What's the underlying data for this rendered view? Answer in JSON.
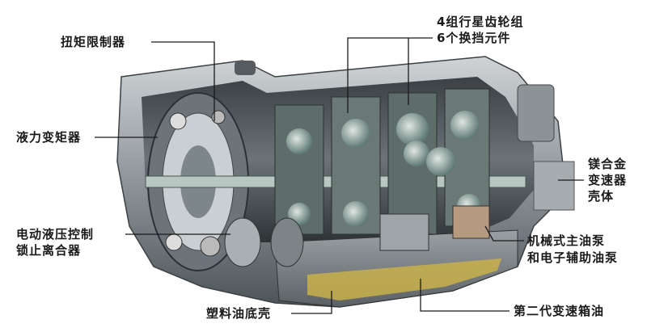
{
  "labels": {
    "torque_limiter": "扭矩限制器",
    "torque_converter": "液力变矩器",
    "lockup_clutch_line1": "电动液压控制",
    "lockup_clutch_line2": "锁止离合器",
    "oil_pan": "塑料油底壳",
    "planetary_line1": "4组行星齿轮组",
    "planetary_line2": "6个换挡元件",
    "housing_line1": "镁合金",
    "housing_line2": "变速器",
    "housing_line3": "壳体",
    "pumps_line1": "机械式主油泵",
    "pumps_line2": "和电子辅助油泵",
    "fluid": "第二代变速箱油"
  }
}
